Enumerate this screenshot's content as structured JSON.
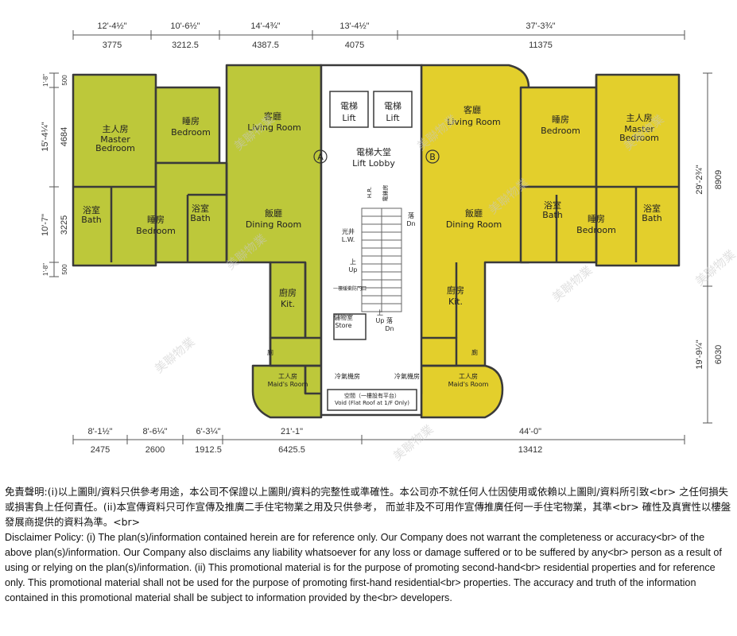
{
  "dimensions": {
    "top_imperial": [
      "12'-4½\"",
      "10'-6½\"",
      "14'-4¾\"",
      "13'-4½\"",
      "37'-3¾\""
    ],
    "top_metric": [
      "3775",
      "3212.5",
      "4387.5",
      "4075",
      "11375"
    ],
    "bottom_imperial": [
      "8'-1½\"",
      "8'-6¼\"",
      "6'-3¼\"",
      "21'-1\"",
      "44'-0\""
    ],
    "bottom_metric": [
      "2475",
      "2600",
      "1912.5",
      "6425.5",
      "13412"
    ],
    "left_imperial": [
      "1'-8\"",
      "15'-4¼\"",
      "10'-7\"",
      "1'-8\""
    ],
    "left_metric": [
      "500",
      "4684",
      "3225",
      "500"
    ],
    "right_imperial": [
      "29'-2¾\"",
      "19'-9¼\""
    ],
    "right_metric": [
      "8909",
      "6030"
    ]
  },
  "rooms": {
    "master_bedroom": {
      "zh": "主人房",
      "en": "Master",
      "en2": "Bedroom"
    },
    "bedroom": {
      "zh": "睡房",
      "en": "Bedroom"
    },
    "living_room_a": {
      "zh": "客廳",
      "en": "Living Room"
    },
    "living_room_b": {
      "zh": "客廳",
      "en": "Living Room"
    },
    "bath": {
      "zh": "浴室",
      "en": "Bath"
    },
    "dining_room": {
      "zh": "飯廳",
      "en": "Dining Room"
    },
    "kitchen": {
      "zh": "廚房",
      "en": "Kit."
    },
    "maid_room": {
      "zh": "工人房",
      "en": "Maid's Room"
    },
    "store": {
      "zh": "儲物室",
      "en": "Store"
    },
    "lift": {
      "zh": "電梯",
      "en": "Lift"
    },
    "lift_lobby": {
      "zh": "電梯大堂",
      "en": "Lift Lobby"
    },
    "ac_plant": {
      "zh": "冷氣機房"
    },
    "light_well": {
      "zh": "光井",
      "en": "L.W."
    },
    "hr": "H.R.",
    "elec": "電錶房",
    "up": {
      "zh": "上",
      "en": "Up"
    },
    "dn": {
      "zh": "落",
      "en": "Dn"
    },
    "refuge": "一樓緩衝防門口",
    "void": {
      "zh": "空間（一樓設有平台）",
      "en": "Void (Flat Roof at 1/F Only)"
    },
    "toilet_zh": "廁"
  },
  "units": {
    "a": "A",
    "b": "B"
  },
  "watermark": "美聯物業",
  "disclaimer": {
    "zh": "免責聲明:(i)以上圖則/資料只供參考用途，本公司不保證以上圖則/資料的完整性或準確性。本公司亦不就任何人仕因使用或依賴以上圖則/資料所引致<br> 之任何損失或損害負上任何責任。(ii)本宣傳資料只可作宣傳及推廣二手住宅物業之用及只供參考， 而並非及不可用作宣傳推廣任何一手住宅物業，其準<br> 確性及真實性以樓盤發展商提供的資料為準。<br>",
    "en": "Disclaimer Policy: (i) The plan(s)/information contained herein are for reference only. Our Company does not warrant the completeness or accuracy<br> of the above plan(s)/information. Our Company also disclaims any liability whatsoever for any loss or damage suffered or to be suffered by any<br> person as a result of using or relying on the plan(s)/information. (ii) This promotional material is for the purpose of promoting second-hand<br> residential properties and for reference only. This promotional material shall not be used for the purpose of promoting first-hand residential<br> properties. The accuracy and truth of the information contained in this promotional material shall be subject to information provided by the<br> developers."
  },
  "colors": {
    "unit_a": "#bdc83a",
    "unit_b": "#e3cf2c",
    "core": "#ffffff",
    "wall": "#3a3a3a",
    "dimension": "#333333"
  }
}
